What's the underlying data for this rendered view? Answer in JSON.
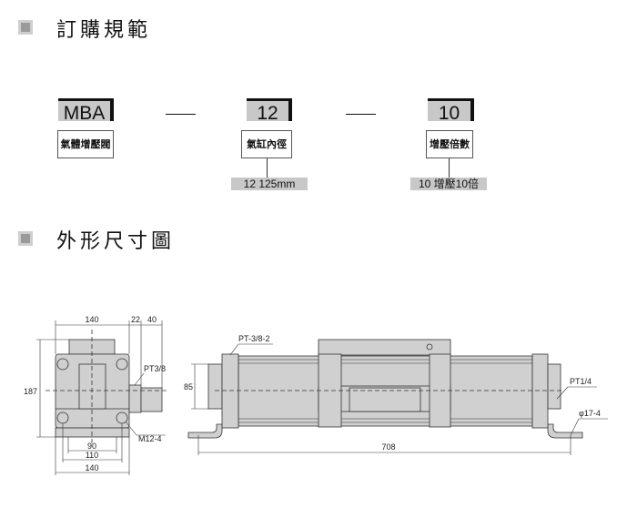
{
  "section1": {
    "title": "訂購規範"
  },
  "order": {
    "model": {
      "code": "MBA",
      "label": "氣體增壓閥"
    },
    "bore": {
      "code": "12",
      "label": "氣缸內徑",
      "value": "12   125mm"
    },
    "ratio": {
      "code": "10",
      "label": "增壓倍數",
      "value": "10  增壓10倍"
    }
  },
  "section2": {
    "title": "外形尺寸圖"
  },
  "drawing": {
    "front": {
      "width_top": "140",
      "d22": "22",
      "d40": "40",
      "height": "187",
      "port": "PT3/8",
      "mount": "M12-4",
      "d90": "90",
      "d110": "110",
      "width_bottom": "140"
    },
    "side": {
      "port_left": "PT-3/8-2",
      "height": "85",
      "port_right": "PT1/4",
      "hole": "φ17-4",
      "length": "708"
    }
  },
  "colors": {
    "body": "#d0d0d0",
    "accent": "#c8c8c8"
  }
}
